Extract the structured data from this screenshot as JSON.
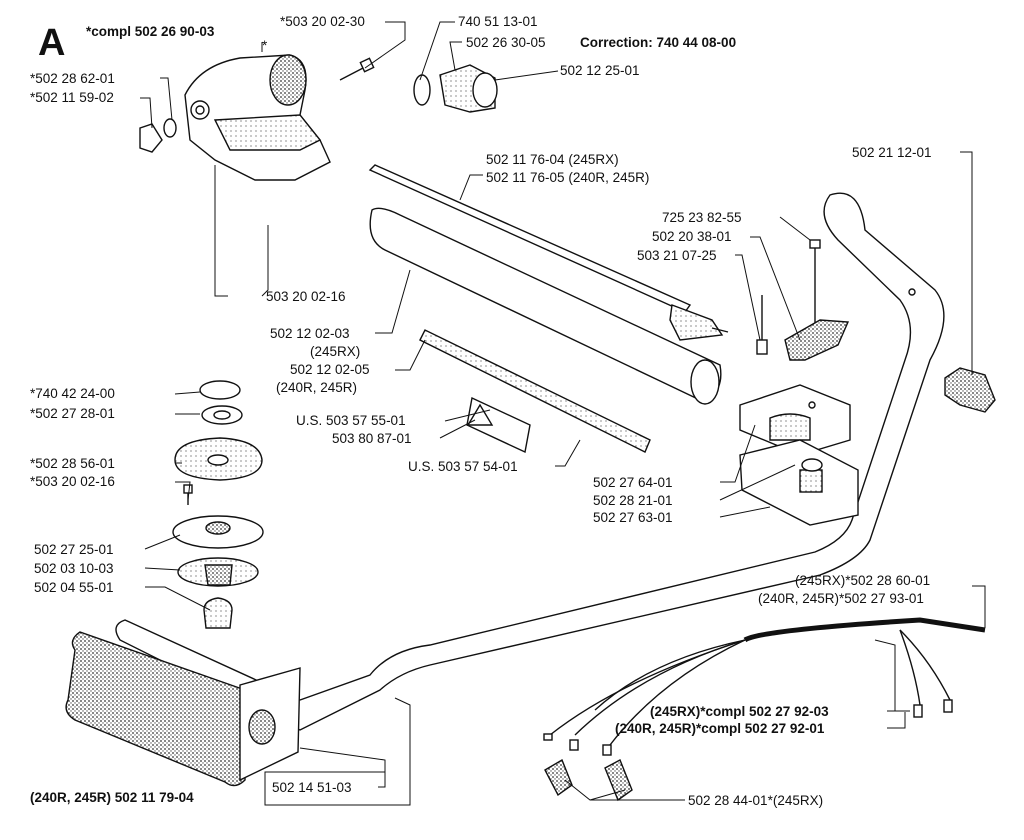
{
  "section": "A",
  "labels": {
    "compl_top": "*compl 502 26 90-03",
    "star_top": "*",
    "p503200230": "*503 20 02-30",
    "p740511301": "740 51 13-01",
    "p502263005": "502 26 30-05",
    "correction": "Correction: 740 44 08-00",
    "p502122501": "502 12 25-01",
    "p502286201": "*502 28 62-01",
    "p502115902": "*502 11 59-02",
    "p502117604": "502 11 76-04 (245RX)",
    "p502117605": "502 11 76-05 (240R, 245R)",
    "p502211201": "502 21 12-01",
    "p725238255": "725 23 82-55",
    "p502203801": "502 20 38-01",
    "p503210725": "503 21 07-25",
    "p503200216": "503 20 02-16",
    "p502120203": "502 12 02-03",
    "v245rx": "(245RX)",
    "p502120205": "502 12 02-05",
    "v240r245r": "(240R, 245R)",
    "us503575501": "U.S. 503 57 55-01",
    "p503808701": "503 80 87-01",
    "us503575401": "U.S. 503 57 54-01",
    "p740422400": "*740 42 24-00",
    "p502272801": "*502 27 28-01",
    "p502285601": "*502 28 56-01",
    "p503200216b": "*503 20 02-16",
    "p502272501": "502 27 25-01",
    "p502031003": "502 03 10-03",
    "p502045501": "502 04 55-01",
    "p502276401": "502 27 64-01",
    "p502282101": "502 28 21-01",
    "p502276301": "502 27 63-01",
    "p245rx_502286001": "(245RX)*502 28 60-01",
    "p240r_502279301": "(240R, 245R)*502 27 93-01",
    "compl_245rx": "(245RX)*compl 502 27 92-03",
    "compl_240r": "(240R, 245R)*compl 502 27 92-01",
    "p502145103": "502 14 51-03",
    "p240r_502117904": "(240R, 245R) 502 11 79-04",
    "p502284401": "502 28 44-01*(245RX)"
  }
}
